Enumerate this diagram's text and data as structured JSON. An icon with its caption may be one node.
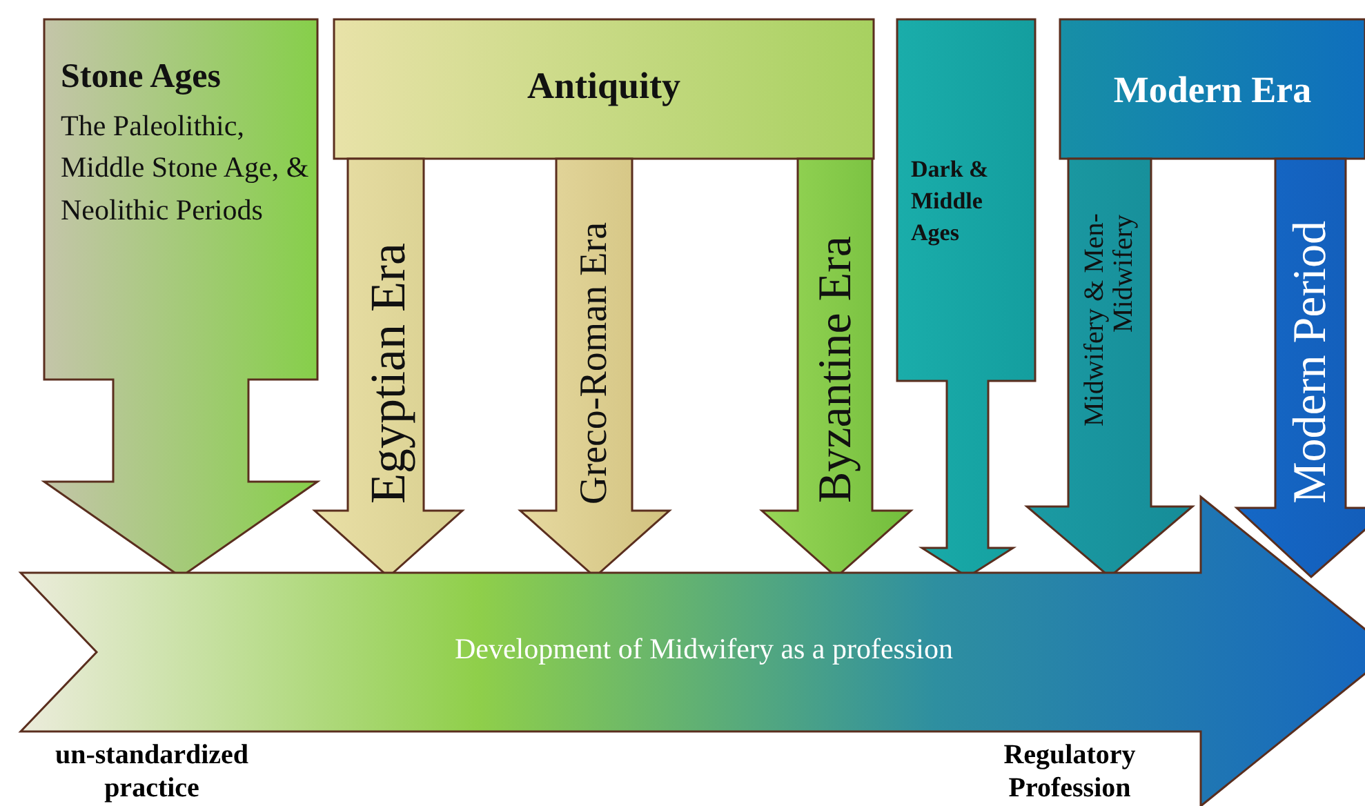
{
  "diagram": {
    "nodes": [
      {
        "text": [
          "Stone Ages",
          "The Paleolithic, Middle Stone Age, & Neolithic Periods"
        ]
      },
      {
        "text": [
          "Antiquity"
        ]
      },
      {
        "text": [
          "Egyptian Era"
        ]
      },
      {
        "text": [
          "Greco-Roman Era"
        ]
      },
      {
        "text": [
          "Byzantine Era"
        ]
      },
      {
        "text": [
          "Dark & Middle Ages"
        ]
      },
      {
        "text": [
          "Modern Era"
        ]
      },
      {
        "text": [
          "Midwifery & Men-Midwifery"
        ]
      },
      {
        "text": [
          "Modern Period"
        ]
      },
      {
        "text": [
          "Development of Midwifery as a profession"
        ]
      }
    ],
    "labels": [
      "un-standardized practice",
      "Regulatory Profession"
    ]
  }
}
